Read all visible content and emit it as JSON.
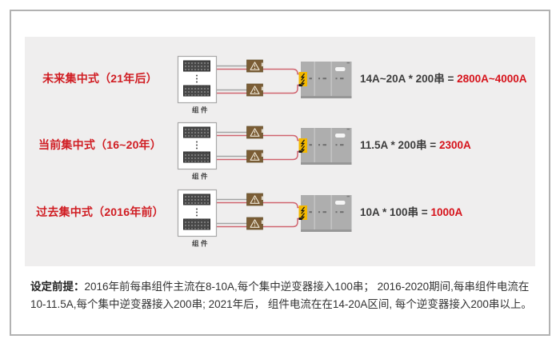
{
  "rows": [
    {
      "label": "未来集中式（21年后）",
      "formula": "14A~20A * 200串 = ",
      "result": "2800A~4000A"
    },
    {
      "label": "当前集中式（16~20年）",
      "formula": "11.5A * 200串 = ",
      "result": "2300A"
    },
    {
      "label": "过去集中式（2016年前）",
      "formula": "10A * 100串 = ",
      "result": "1000A"
    }
  ],
  "diagram": {
    "module_label": "组件",
    "icons": {
      "combiner": "warning-triangle-icon",
      "inverter": "lightning-bolt-icon"
    }
  },
  "footnote": {
    "lead": "设定前提：",
    "body": "2016年前每串组件主流在8-10A,每个集中逆变器接入100串； 2016-2020期间,每串组件电流在10-11.5A,每个集中逆变器接入200串; 2021年后， 组件电流在在14-20A区间, 每个逆变器接入200串以上。"
  },
  "colors": {
    "era_label_red": "#d01c22",
    "result_red": "#d6121a",
    "wire_red": "#d0646f",
    "wire_gray": "#a3a3a3",
    "combiner_brown": "#7b5d35",
    "inverter_gray": "#aeaeae",
    "inverter_yellow": "#f3b800",
    "panel_background": "#efeeee"
  }
}
